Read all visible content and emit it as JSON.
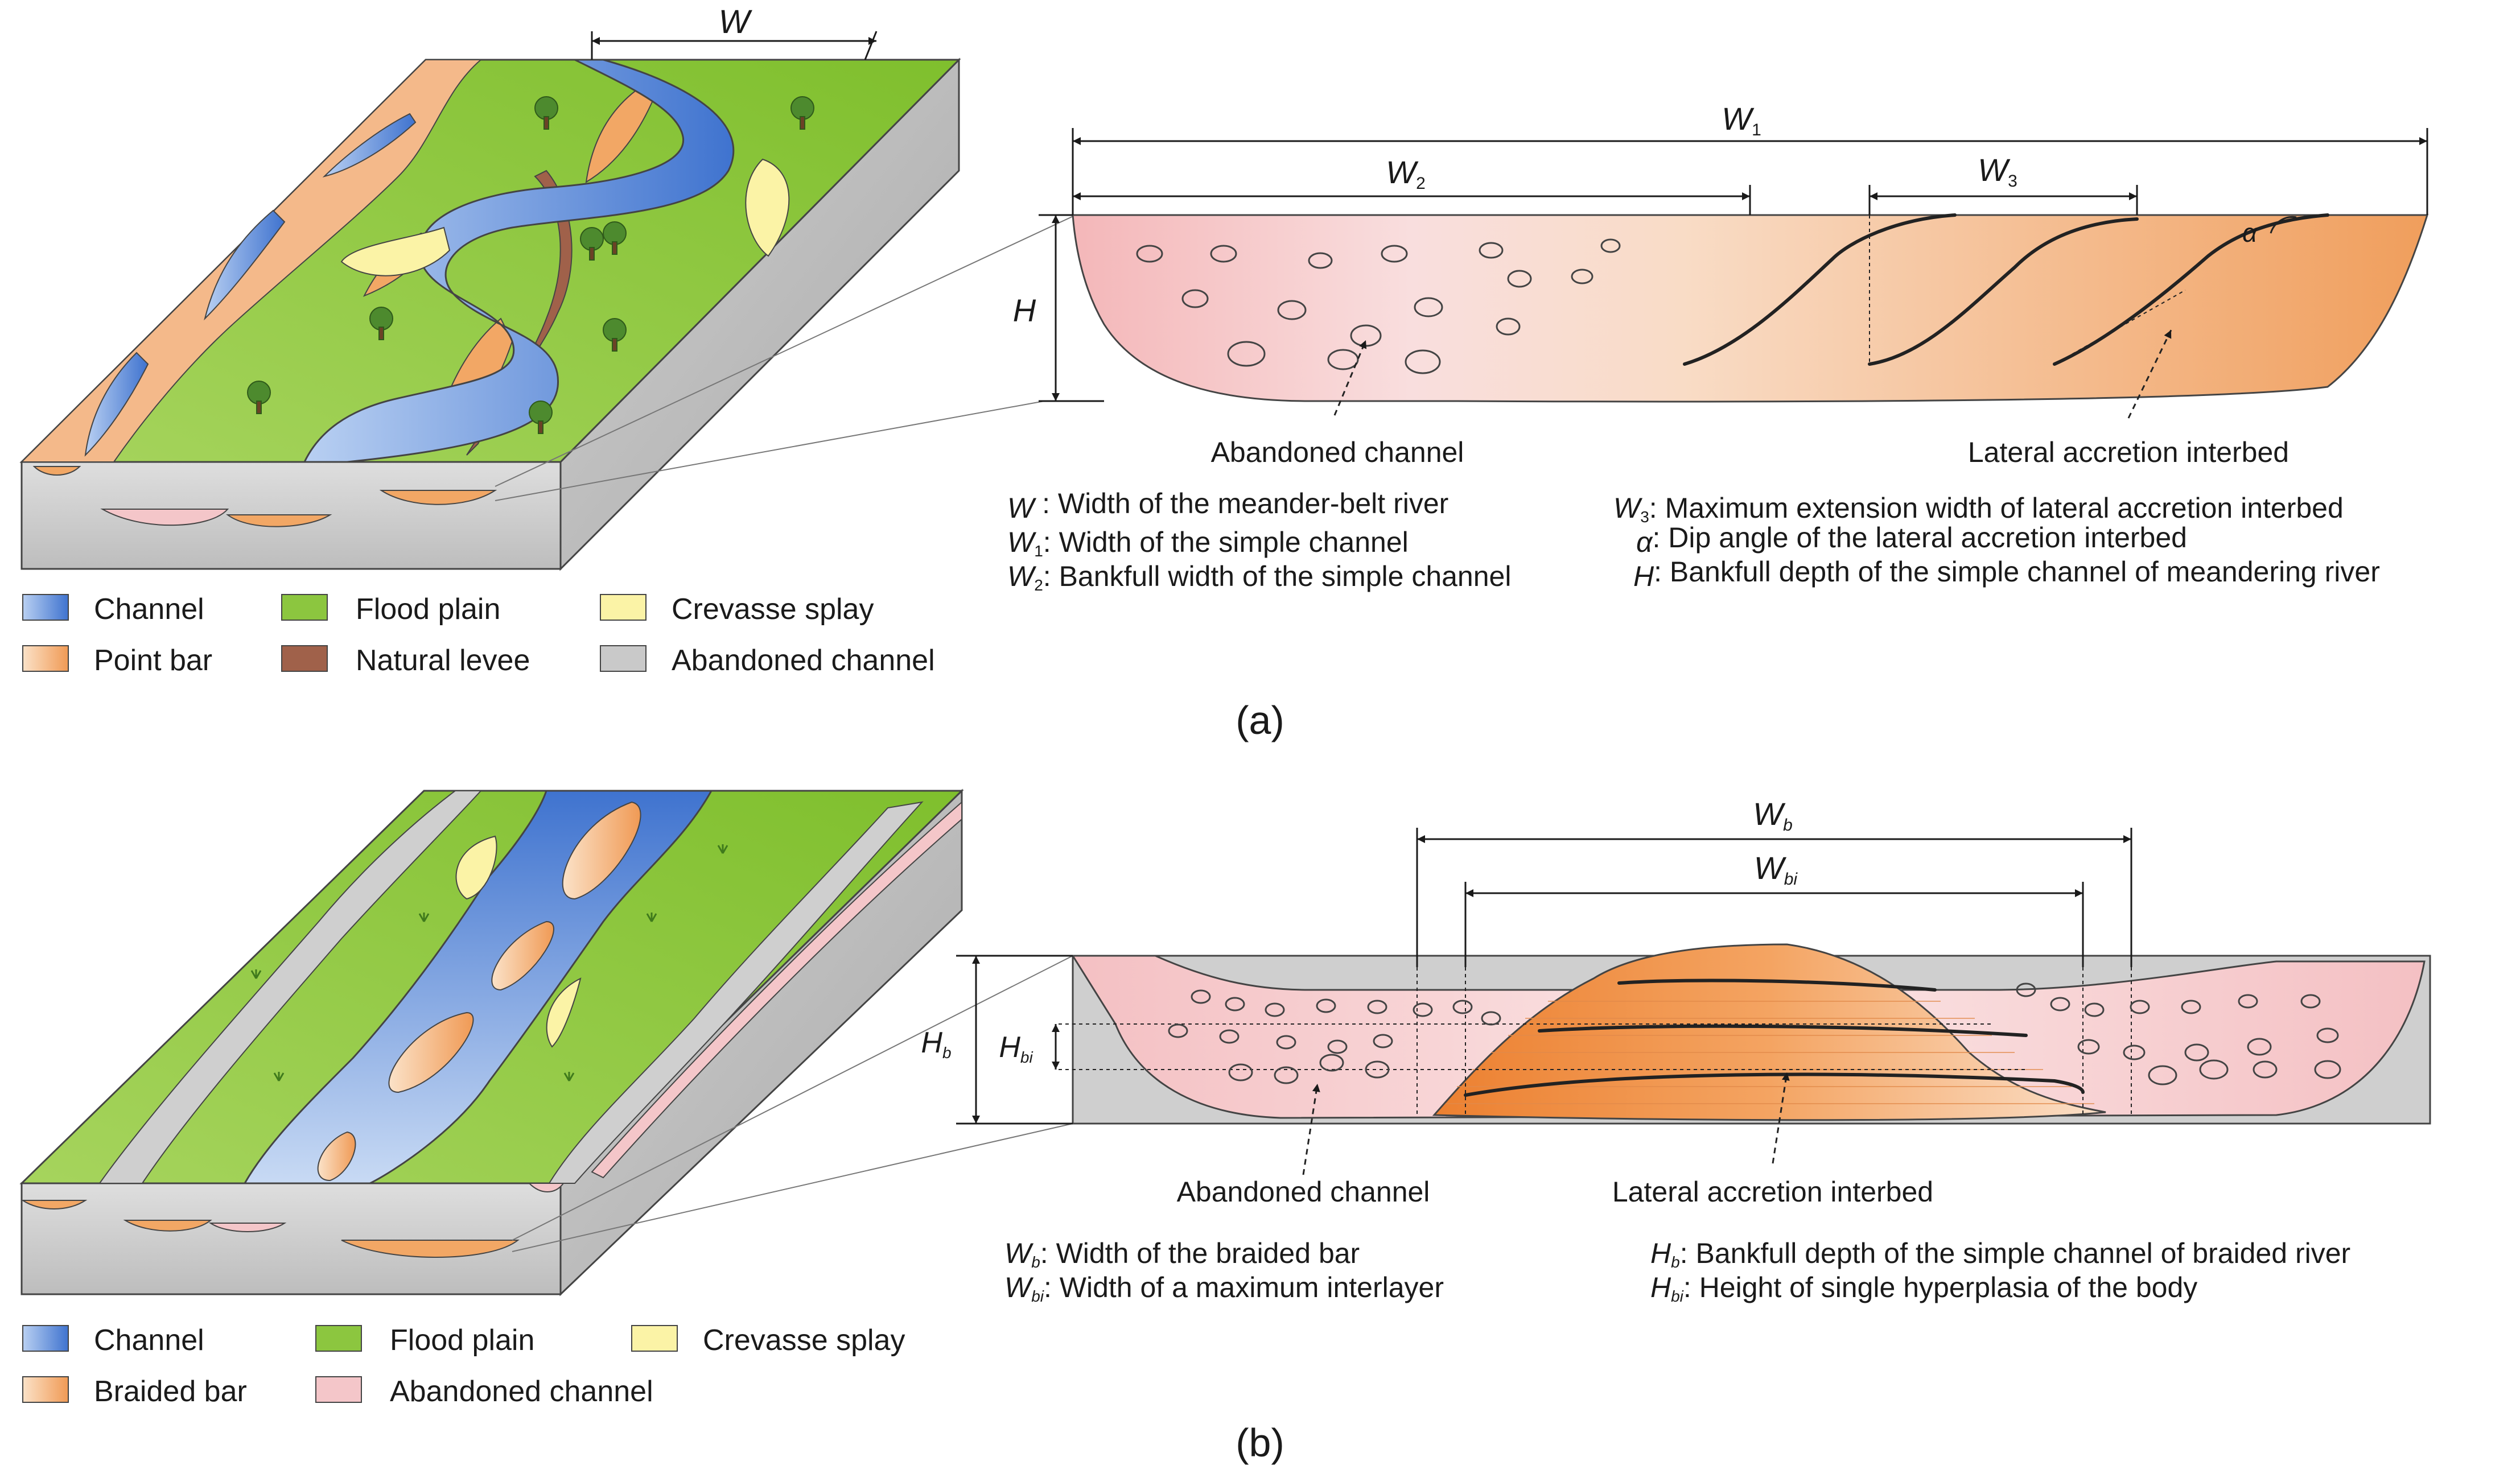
{
  "panel_a": {
    "dims": {
      "W": "W",
      "W1": "W",
      "W1_sub": "1",
      "W2": "W",
      "W2_sub": "2",
      "W3": "W",
      "W3_sub": "3",
      "H": "H",
      "alpha": "α"
    },
    "annotations": {
      "abandoned_channel": "Abandoned channel",
      "lateral_accretion": "Lateral accretion interbed"
    },
    "definitions_left": [
      {
        "sym": "W",
        "sub": "",
        "text": " : Width of the meander-belt river"
      },
      {
        "sym": "W",
        "sub": "1",
        "text": ": Width of the simple channel"
      },
      {
        "sym": "W",
        "sub": "2",
        "text": ": Bankfull width of the simple channel"
      }
    ],
    "definitions_right": [
      {
        "sym": "W",
        "sub": "3",
        "text": ": Maximum extension width of lateral accretion interbed"
      },
      {
        "sym": "α",
        "sub": "",
        "text": ": Dip angle of the lateral accretion interbed"
      },
      {
        "sym": "H",
        "sub": "",
        "text": ": Bankfull depth of the simple channel of meandering river"
      }
    ],
    "legend": [
      {
        "label": "Channel",
        "color": "#4a7fd4"
      },
      {
        "label": "Flood plain",
        "color": "#8cc63f"
      },
      {
        "label": "Crevasse splay",
        "color": "#fbf3a6"
      },
      {
        "label": "Point bar",
        "color": "#f2a765"
      },
      {
        "label": "Natural levee",
        "color": "#a0614a"
      },
      {
        "label": "Abandoned channel",
        "color": "#c9c9c9"
      }
    ],
    "caption": "(a)"
  },
  "panel_b": {
    "dims": {
      "Wb": "W",
      "Wb_sub": "b",
      "Wbi": "W",
      "Wbi_sub": "bi",
      "Hb": "H",
      "Hb_sub": "b",
      "Hbi": "H",
      "Hbi_sub": "bi"
    },
    "annotations": {
      "abandoned_channel": "Abandoned channel",
      "lateral_accretion": "Lateral accretion interbed"
    },
    "definitions_left": [
      {
        "sym": "W",
        "sub": "b",
        "text": ": Width of the braided bar"
      },
      {
        "sym": "W",
        "sub": "bi",
        "text": ": Width of a maximum interlayer"
      }
    ],
    "definitions_right": [
      {
        "sym": "H",
        "sub": "b",
        "text": ": Bankfull depth of the simple channel of braided river"
      },
      {
        "sym": "H",
        "sub": "bi",
        "text": ": Height of single hyperplasia of the body"
      }
    ],
    "legend": [
      {
        "label": "Channel",
        "color": "#4a7fd4"
      },
      {
        "label": "Flood plain",
        "color": "#8cc63f"
      },
      {
        "label": "Crevasse splay",
        "color": "#fbf3a6"
      },
      {
        "label": "Braided bar",
        "color": "#f2a765"
      },
      {
        "label": "Abandoned channel",
        "color": "#f4c6c9"
      }
    ],
    "caption": "(b)"
  },
  "colors": {
    "channel": "#4a7fd4",
    "flood_plain": "#8cc63f",
    "point_bar": "#f2a765",
    "natural_levee": "#a0614a",
    "crevasse_splay": "#fbf3a6",
    "abandoned_gray": "#c9c9c9",
    "abandoned_pink": "#f4c6c9",
    "block_side": "#d6d6d6"
  }
}
